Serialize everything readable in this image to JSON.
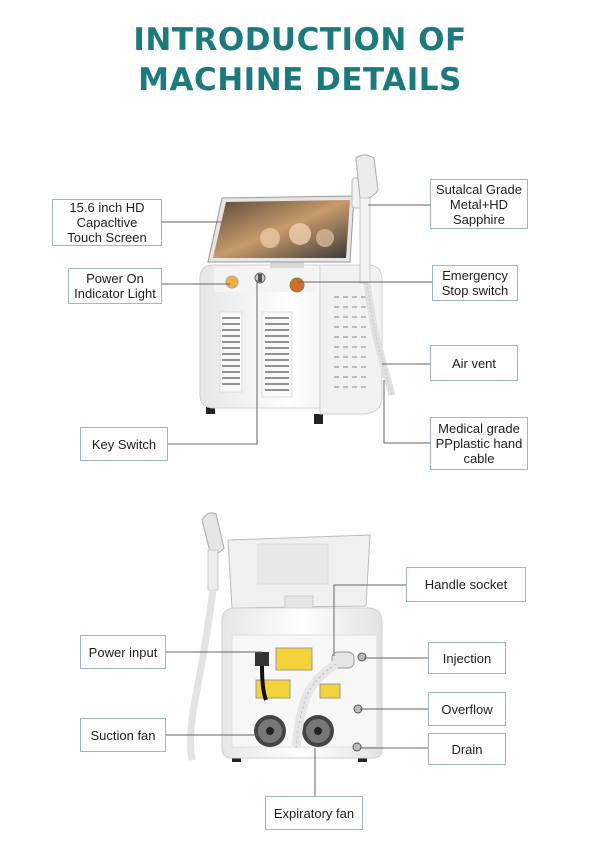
{
  "title": {
    "line1": "INTRODUCTION OF",
    "line2": "MACHINE DETAILS"
  },
  "front_callouts": {
    "screen": "15.6 inch HD\nCapacltive\nTouch Screen",
    "power_light": "Power On\nIndicator Light",
    "key_switch": "Key Switch",
    "handpiece": "Sutalcal Grade\nMetal+HD\nSapphire",
    "emergency": "Emergency\nStop switch",
    "air_vent": "Air vent",
    "cable": "Medical grade\nPPplastic hand\ncable"
  },
  "back_callouts": {
    "handle_socket": "Handle socket",
    "power_input": "Power input",
    "injection": "Injection",
    "overflow": "Overflow",
    "suction_fan": "Suction fan",
    "drain": "Drain",
    "expiratory_fan": "Expiratory fan"
  },
  "colors": {
    "title": "#1c7a7e",
    "label_border": "#9fb8c6",
    "leader_line": "#666666"
  }
}
